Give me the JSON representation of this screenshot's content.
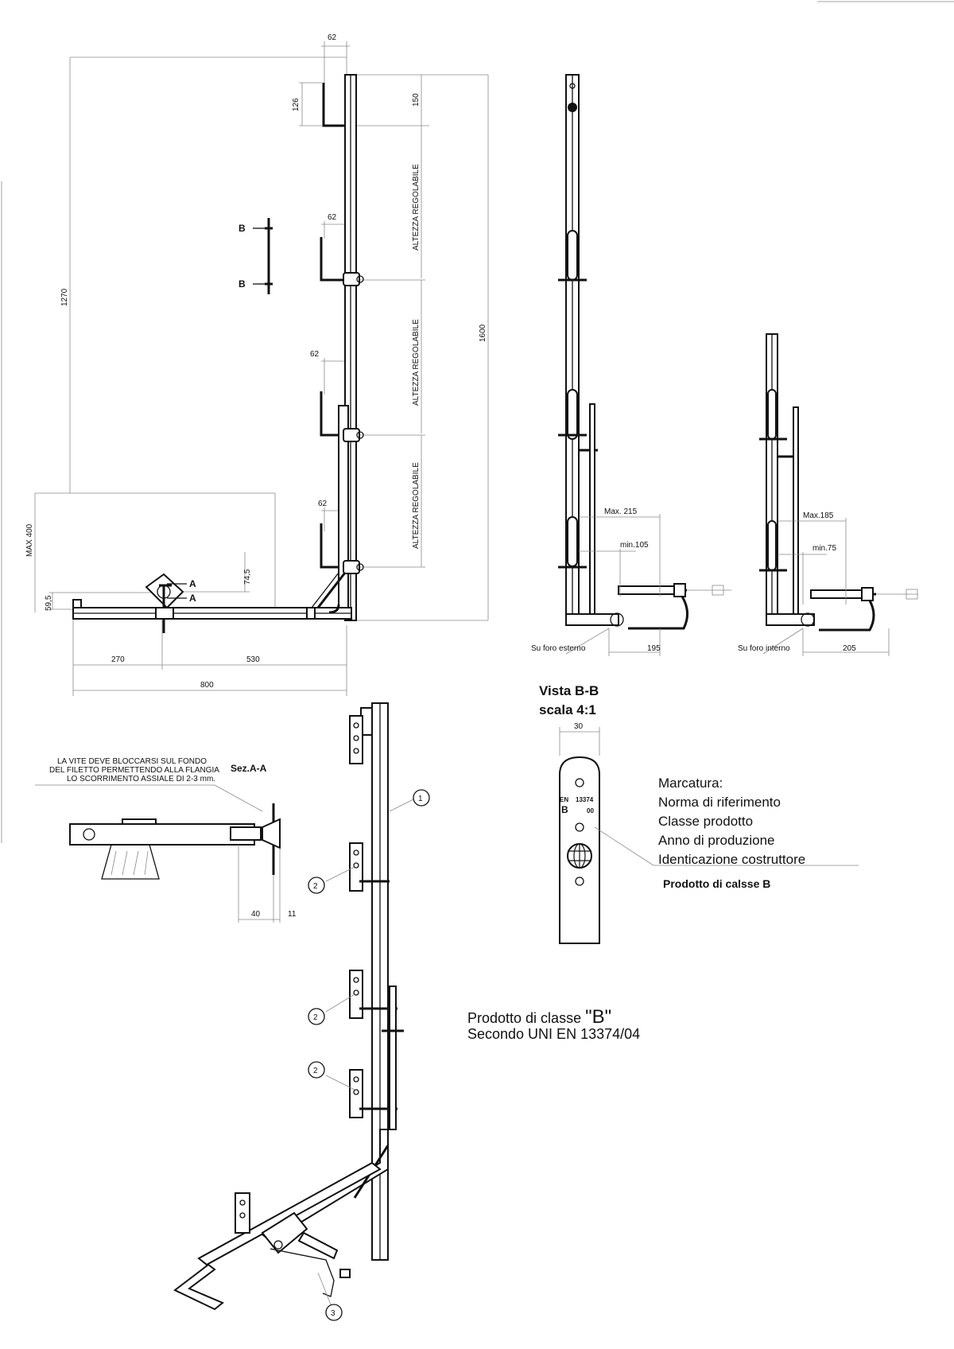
{
  "elevation": {
    "dims": {
      "top_width": "62",
      "hook_height": "126",
      "top_spacing": "150",
      "total_height": "1270",
      "overall": "1600",
      "max_bottom": "MAX 400",
      "hook2_width": "62",
      "hook3_width": "62",
      "hook4_width": "62",
      "base_offset": "59,5",
      "bracket_offset": "74,5",
      "left_span": "270",
      "right_span": "530",
      "total_span": "800"
    },
    "adjustable_labels": [
      "ALTEZZA REGOLABILE",
      "ALTEZZA REGOLABILE",
      "ALTEZZA REGOLABILE"
    ],
    "section_markers": {
      "b1": "B",
      "b2": "B",
      "a1": "A",
      "a2": "A"
    }
  },
  "side_view_external": {
    "max_label": "Max. 215",
    "min_label": "min.105",
    "note": "Su foro esterno",
    "span": "195"
  },
  "side_view_internal": {
    "max_label": "Max.185",
    "min_label": "min.75",
    "note": "Su foro interno",
    "span": "205"
  },
  "section_aa": {
    "title": "Sez.A-A",
    "note_lines": [
      "LA VITE DEVE BLOCCARSI SUL FONDO",
      "DEL FILETTO PERMETTENDO ALLA FLANGIA",
      "LO SCORRIMENTO ASSIALE DI 2-3 mm."
    ],
    "dim_left": "40",
    "dim_right": "11"
  },
  "view_bb": {
    "title_line1": "Vista B-B",
    "title_line2": "scala 4:1",
    "width_dim": "30",
    "plate_text": {
      "std": "EN",
      "std_num": "13374",
      "cls": "B",
      "year": "00"
    },
    "marking_lines": [
      "Marcatura:",
      "Norma di riferimento",
      "Classe prodotto",
      "Anno di produzione",
      "Identicazione costruttore"
    ],
    "product_class_line": "Prodotto di calsse B"
  },
  "class_statement": {
    "line1_prefix": "Prodotto di classe ",
    "line1_class": "\"B\"",
    "line2": "Secondo UNI EN 13374/04"
  },
  "callouts": [
    "1",
    "2",
    "2",
    "2",
    "3"
  ]
}
